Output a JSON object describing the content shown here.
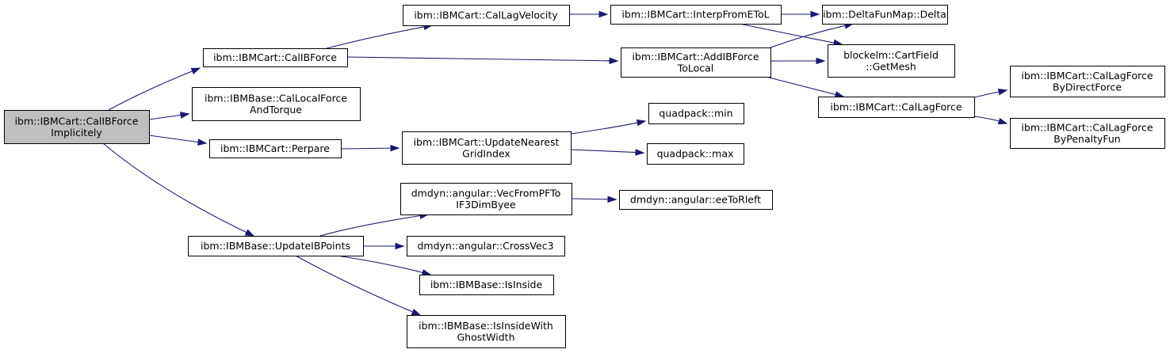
{
  "graph": {
    "colors": {
      "edge": "#191970",
      "root_fill": "#bfbfbf",
      "node_fill": "#ffffff",
      "border": "#000000"
    },
    "nodes": [
      {
        "id": "root",
        "lines": [
          "ibm::IBMCart::CalIBForce",
          "Implicitely"
        ],
        "root": true
      },
      {
        "id": "calibf",
        "lines": [
          "ibm::IBMCart::CalIBForce"
        ]
      },
      {
        "id": "callocal",
        "lines": [
          "ibm::IBMBase::CalLocalForce",
          "AndTorque"
        ]
      },
      {
        "id": "perpare",
        "lines": [
          "ibm::IBMCart::Perpare"
        ]
      },
      {
        "id": "updpts",
        "lines": [
          "ibm::IBMBase::UpdateIBPoints"
        ]
      },
      {
        "id": "lagvel",
        "lines": [
          "ibm::IBMCart::CalLagVelocity"
        ]
      },
      {
        "id": "nearest",
        "lines": [
          "ibm::IBMCart::UpdateNearest",
          "GridIndex"
        ]
      },
      {
        "id": "vecfrom",
        "lines": [
          "dmdyn::angular::VecFromPFTo",
          "IF3DimByee"
        ]
      },
      {
        "id": "crossvec",
        "lines": [
          "dmdyn::angular::CrossVec3"
        ]
      },
      {
        "id": "isinside",
        "lines": [
          "ibm::IBMBase::IsInside"
        ]
      },
      {
        "id": "isinsideg",
        "lines": [
          "ibm::IBMBase::IsInsideWith",
          "GhostWidth"
        ]
      },
      {
        "id": "interp",
        "lines": [
          "ibm::IBMCart::InterpFromEToL"
        ]
      },
      {
        "id": "addib",
        "lines": [
          "ibm::IBMCart::AddIBForce",
          "ToLocal"
        ]
      },
      {
        "id": "qmin",
        "lines": [
          "quadpack::min"
        ]
      },
      {
        "id": "qmax",
        "lines": [
          "quadpack::max"
        ]
      },
      {
        "id": "eeto",
        "lines": [
          "dmdyn::angular::eeToRleft"
        ]
      },
      {
        "id": "delta",
        "lines": [
          "ibm::DeltaFunMap::Delta"
        ]
      },
      {
        "id": "getmesh",
        "lines": [
          "blockelm::CartField",
          "::GetMesh"
        ]
      },
      {
        "id": "laggforce",
        "lines": [
          "ibm::IBMCart::CalLagForce"
        ]
      },
      {
        "id": "direct",
        "lines": [
          "ibm::IBMCart::CalLagForce",
          "ByDirectForce"
        ]
      },
      {
        "id": "penalty",
        "lines": [
          "ibm::IBMCart::CalLagForce",
          "ByPenaltyFun"
        ]
      }
    ],
    "edges": [
      [
        "root",
        "calibf"
      ],
      [
        "root",
        "callocal"
      ],
      [
        "root",
        "perpare"
      ],
      [
        "root",
        "updpts"
      ],
      [
        "calibf",
        "lagvel"
      ],
      [
        "calibf",
        "addib"
      ],
      [
        "perpare",
        "nearest"
      ],
      [
        "updpts",
        "vecfrom"
      ],
      [
        "updpts",
        "crossvec"
      ],
      [
        "updpts",
        "isinside"
      ],
      [
        "updpts",
        "isinsideg"
      ],
      [
        "lagvel",
        "interp"
      ],
      [
        "nearest",
        "qmin"
      ],
      [
        "nearest",
        "qmax"
      ],
      [
        "vecfrom",
        "eeto"
      ],
      [
        "interp",
        "delta"
      ],
      [
        "interp",
        "getmesh"
      ],
      [
        "addib",
        "delta"
      ],
      [
        "addib",
        "getmesh"
      ],
      [
        "addib",
        "laggforce"
      ],
      [
        "laggforce",
        "direct"
      ],
      [
        "laggforce",
        "penalty"
      ]
    ]
  }
}
